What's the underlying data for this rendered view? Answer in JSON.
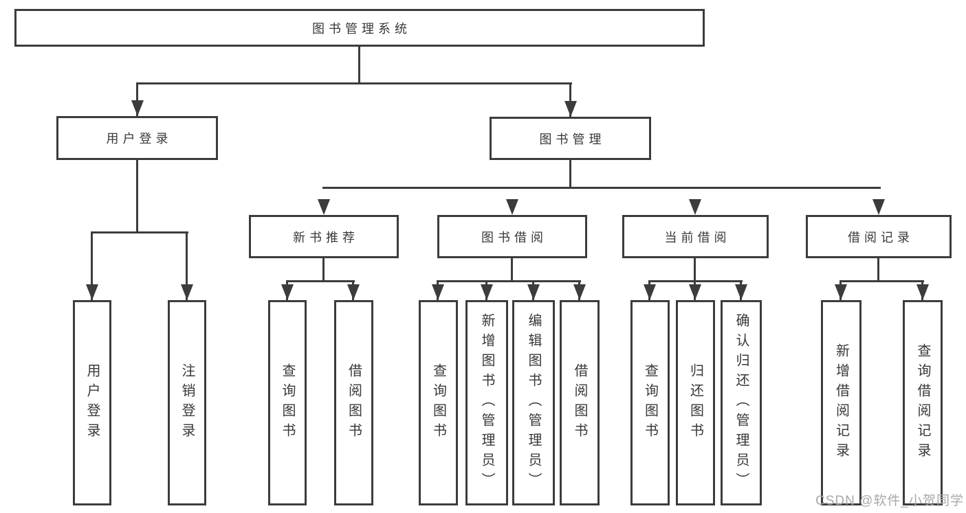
{
  "tree": {
    "root": {
      "label": "图书管理系统"
    },
    "branches": [
      {
        "label": "用户登录",
        "leaves": [
          "用户登录",
          "注销登录"
        ]
      },
      {
        "label": "图书管理",
        "modules": [
          {
            "label": "新书推荐",
            "leaves": [
              "查询图书",
              "借阅图书"
            ]
          },
          {
            "label": "图书借阅",
            "leaves": [
              "查询图书",
              "新增图书（管理员）",
              "编辑图书（管理员）",
              "借阅图书"
            ]
          },
          {
            "label": "当前借阅",
            "leaves": [
              "查询图书",
              "归还图书",
              "确认归还（管理员）"
            ]
          },
          {
            "label": "借阅记录",
            "leaves": [
              "新增借阅记录",
              "查询借阅记录"
            ]
          }
        ]
      }
    ]
  },
  "watermark": {
    "text": "CSDN @软件_小贺同学"
  },
  "colors": {
    "line": "#3c3c3c",
    "text": "#383838",
    "background": "#ffffff",
    "watermark": "#a8a8a8"
  }
}
